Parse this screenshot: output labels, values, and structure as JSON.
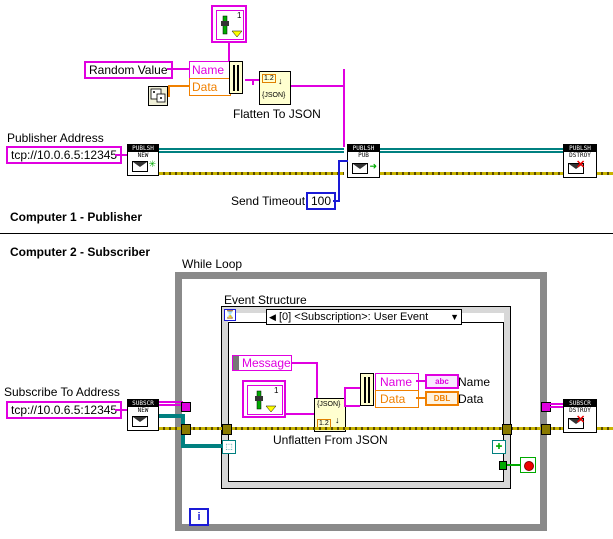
{
  "sections": {
    "computer1": "Computer 1 - Publisher",
    "computer2": "Computer 2 - Subscriber"
  },
  "publisher": {
    "address_label": "Publisher Address",
    "address_value": "tcp://10.0.6.5:12345",
    "random_value_label": "Random Value",
    "bundle_name": "Name",
    "bundle_data": "Data",
    "flatten_label": "Flatten To JSON",
    "flatten_glyph": "{JSON}",
    "flatten_type": "1.2",
    "timeout_label": "Send Timeout",
    "timeout_value": "100",
    "new_icon_hdr": "PUBLSH",
    "new_icon_sub": "NEW",
    "pub_icon_hdr": "PUBLSH",
    "pub_icon_sub": "PUB",
    "destroy_icon_hdr": "PUBLSH",
    "destroy_icon_sub": "DSTROY",
    "cluster_const_badge": "1"
  },
  "subscriber": {
    "address_label": "Subscribe To Address",
    "address_value": "tcp://10.0.6.5:12345",
    "while_loop_label": "While Loop",
    "event_structure_label": "Event Structure",
    "event_case": "[0] <Subscription>: User Event",
    "message_label": "Message",
    "unflatten_label": "Unflatten From JSON",
    "unflatten_glyph": "{JSON}",
    "unflatten_type": "1.2",
    "unbundle_name": "Name",
    "unbundle_data": "Data",
    "out_name_label": "Name",
    "out_data_label": "Data",
    "out_name_type": "abc",
    "out_data_type": "DBL",
    "new_icon_hdr": "SUBSCR",
    "new_icon_sub": "NEW",
    "destroy_icon_hdr": "SUBSCR",
    "destroy_icon_sub": "DSTROY",
    "iteration_terminal": "i",
    "cluster_const_badge": "1"
  },
  "colors": {
    "cluster_wire": "#e000e0",
    "refnum_wire": "#008080",
    "error_wire": "#c8b400",
    "string_wire": "#e000e0",
    "numeric_wire": "#1a1ad6",
    "loop_border": "#8a8a8a"
  }
}
